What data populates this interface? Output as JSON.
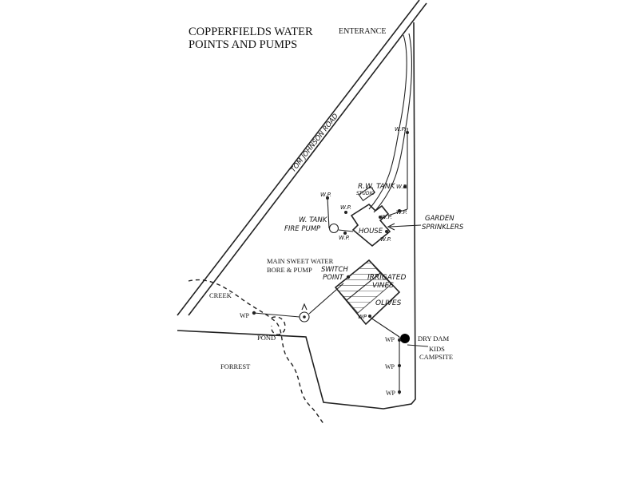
{
  "title": {
    "line1": "COPPERFIELDS WATER",
    "line2": "POINTS AND PUMPS"
  },
  "labels": {
    "entrance": "ENTERANCE",
    "road": "TOM JOHNSON ROAD",
    "rw_tank": "R.W. TANK",
    "studio": "STUDIO",
    "w_tank": "W. TANK",
    "fire_pump": "FIRE PUMP",
    "house": "HOUSE",
    "garden_sprinklers_1": "GARDEN",
    "garden_sprinklers_2": "SPRINKLERS",
    "main_bore_1": "MAIN SWEET WATER",
    "main_bore_2": "BORE & PUMP",
    "switch_1": "SWITCH",
    "switch_2": "POINT",
    "irrigated_1": "IRRIGATED",
    "irrigated_2": "VINES",
    "olives": "OLIVES",
    "creek": "CREEK",
    "pond": "POND",
    "forrest": "FORREST",
    "dry_dam": "DRY DAM",
    "kids_1": "KIDS",
    "kids_2": "CAMPSITE",
    "wp": "WP",
    "wp_hand": "W.P.",
    "wp_short": "WP"
  }
}
